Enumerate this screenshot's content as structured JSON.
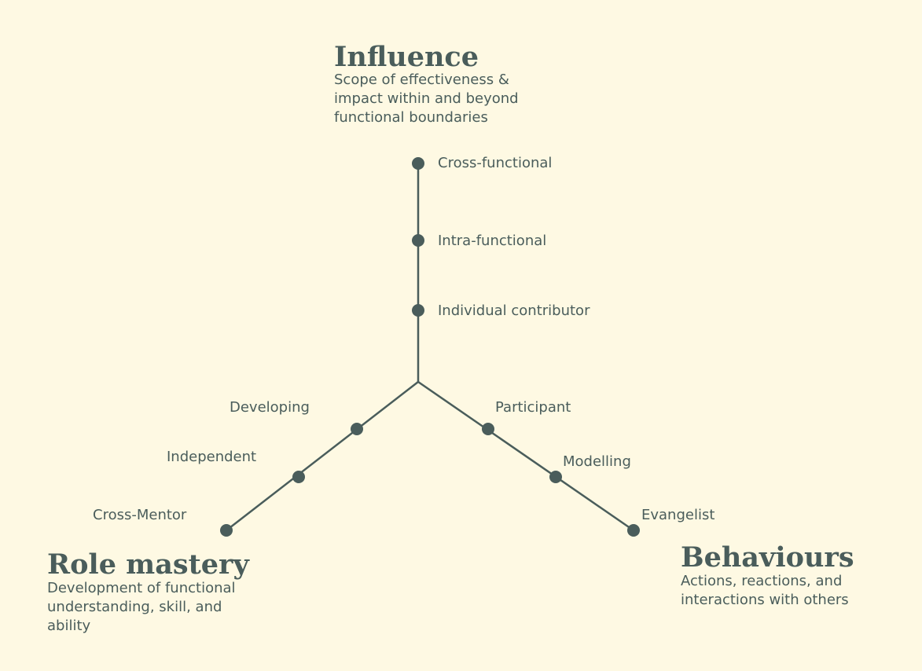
{
  "influence": {
    "title": "Influence",
    "description": "Scope of effectiveness & impact within and beyond functional boundaries",
    "levels": [
      "Individual contributor",
      "Intra-functional",
      "Cross-functional"
    ]
  },
  "role_mastery": {
    "title": "Role mastery",
    "description": "Development of functional understanding, skill, and ability",
    "levels": [
      "Developing",
      "Independent",
      "Cross-Mentor"
    ]
  },
  "behaviours": {
    "title": "Behaviours",
    "description": "Actions, reactions, and interactions with others",
    "levels": [
      "Participant",
      "Modelling",
      "Evangelist"
    ]
  },
  "colors": {
    "background": "#fef9e3",
    "ink": "#4a5d5b"
  }
}
